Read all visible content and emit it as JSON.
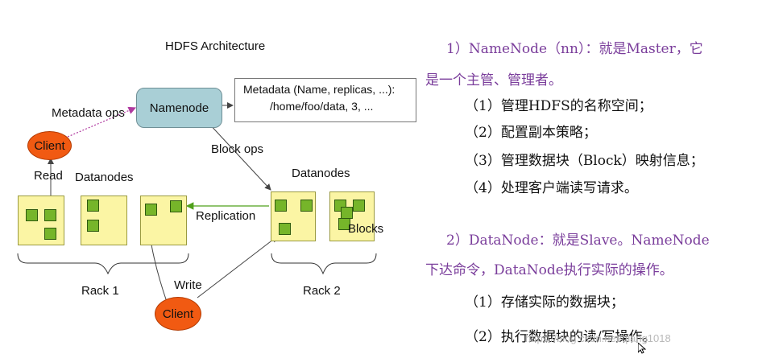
{
  "diagram": {
    "title": "HDFS Architecture",
    "namenode": "Namenode",
    "metadata_box": {
      "line1": "Metadata (Name, replicas, ...):",
      "line2": "/home/foo/data, 3, ..."
    },
    "metadata_ops": "Metadata ops",
    "block_ops": "Block ops",
    "client_top": "Client",
    "client_bottom": "Client",
    "read": "Read",
    "write": "Write",
    "datanodes_left": "Datanodes",
    "datanodes_right": "Datanodes",
    "replication": "Replication",
    "blocks": "Blocks",
    "rack1": "Rack 1",
    "rack2": "Rack 2"
  },
  "text": {
    "p1_line1": "1）NameNode（nn）：就是Master，它",
    "p1_line2": "是一个主管、管理者。",
    "p1_items": [
      "（1）管理HDFS的名称空间；",
      "（2）配置副本策略；",
      "（3）管理数据块（Block）映射信息；",
      "（4）处理客户端读写请求。"
    ],
    "p2_line1": "2）DataNode：就是Slave。NameNode",
    "p2_line2": "下达命令，DataNode执行实际的操作。",
    "p2_items": [
      "（1）存储实际的数据块；",
      "（2）执行数据块的读/写操作。"
    ]
  },
  "watermark": "https://blog.csdn.net/qiang1018",
  "colors": {
    "purple": "#7a3d9b",
    "namenode": "#a9cfd6",
    "client": "#f15a12",
    "datanode": "#fbf5a4",
    "block": "#76b52a"
  }
}
